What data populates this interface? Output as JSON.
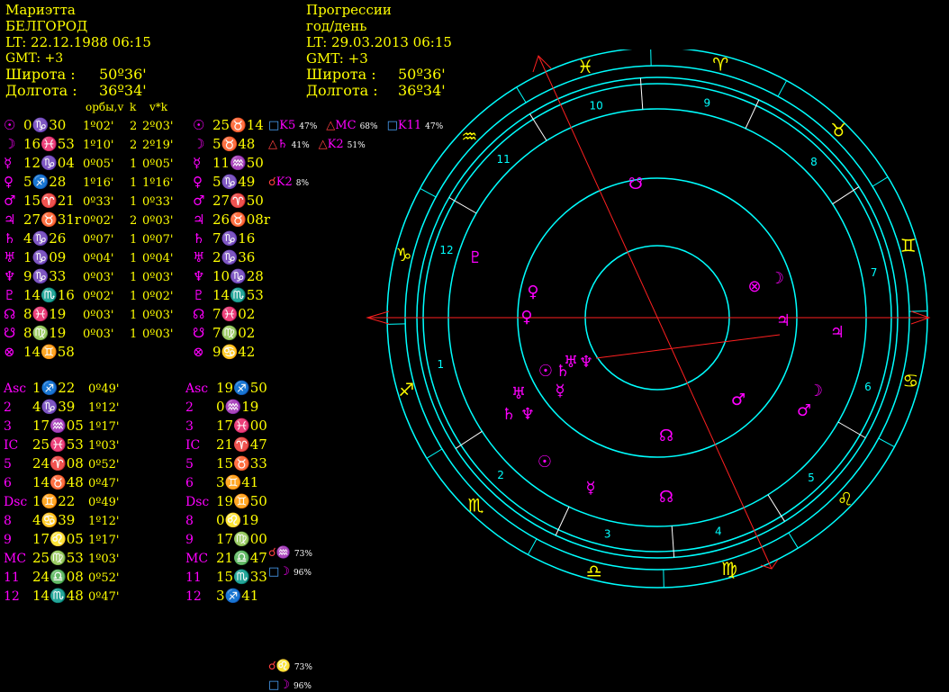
{
  "natal": {
    "name": "Мариэтта",
    "city": "БЕЛГОРОД",
    "lt": "LT: 22.12.1988  06:15",
    "gmt": "GMT: +3",
    "lat_label": "Широта :",
    "lat_value": "50º36'",
    "lon_label": "Долгота :",
    "lon_value": "36º34'",
    "col_orb": "орбы,v",
    "col_k": "k",
    "col_vk": "v*k"
  },
  "prog": {
    "title": "Прогрессии",
    "sub": "год/день",
    "lt": "LT: 29.03.2013  06:15",
    "gmt": "GMT: +3",
    "lat_label": "Широта :",
    "lat_value": "50º36'",
    "lon_label": "Долгота :",
    "lon_value": "36º34'"
  },
  "planets": [
    {
      "g": "☉",
      "pos": "0♑30",
      "orb": "1º02'",
      "k": "2",
      "vk": "2º03'",
      "pg": "☉",
      "ppos": "25♉14"
    },
    {
      "g": "☽",
      "pos": "16♓53",
      "orb": "1º10'",
      "k": "2",
      "vk": "2º19'",
      "pg": "☽",
      "ppos": "5♉48"
    },
    {
      "g": "☿",
      "pos": "12♑04",
      "orb": "0º05'",
      "k": "1",
      "vk": "0º05'",
      "pg": "☿",
      "ppos": "11♒50"
    },
    {
      "g": "♀",
      "pos": "5♐28",
      "orb": "1º16'",
      "k": "1",
      "vk": "1º16'",
      "pg": "♀",
      "ppos": "5♑49"
    },
    {
      "g": "♂",
      "pos": "15♈21",
      "orb": "0º33'",
      "k": "1",
      "vk": "0º33'",
      "pg": "♂",
      "ppos": "27♈50"
    },
    {
      "g": "♃",
      "pos": "27♉31r",
      "orb": "0º02'",
      "k": "2",
      "vk": "0º03'",
      "pg": "♃",
      "ppos": "26♉08r"
    },
    {
      "g": "♄",
      "pos": "4♑26",
      "orb": "0º07'",
      "k": "1",
      "vk": "0º07'",
      "pg": "♄",
      "ppos": "7♑16"
    },
    {
      "g": "♅",
      "pos": "1♑09",
      "orb": "0º04'",
      "k": "1",
      "vk": "0º04'",
      "pg": "♅",
      "ppos": "2♑36"
    },
    {
      "g": "♆",
      "pos": "9♑33",
      "orb": "0º03'",
      "k": "1",
      "vk": "0º03'",
      "pg": "♆",
      "ppos": "10♑28"
    },
    {
      "g": "♇",
      "pos": "14♏16",
      "orb": "0º02'",
      "k": "1",
      "vk": "0º02'",
      "pg": "♇",
      "ppos": "14♏53"
    },
    {
      "g": "☊",
      "pos": "8♓19",
      "orb": "0º03'",
      "k": "1",
      "vk": "0º03'",
      "pg": "☊",
      "ppos": "7♓02"
    },
    {
      "g": "☋",
      "pos": "8♍19",
      "orb": "0º03'",
      "k": "1",
      "vk": "0º03'",
      "pg": "☋",
      "ppos": "7♍02"
    },
    {
      "g": "⊗",
      "pos": "14♊58",
      "orb": "",
      "k": "",
      "vk": "",
      "pg": "⊗",
      "ppos": "9♋42"
    }
  ],
  "houses": [
    {
      "l": "Asc",
      "pos": "1♐22",
      "orb": "0º49'",
      "pl": "Asc",
      "ppos": "19♐50"
    },
    {
      "l": "2",
      "pos": "4♑39",
      "orb": "1º12'",
      "pl": "2",
      "ppos": "0♒19"
    },
    {
      "l": "3",
      "pos": "17♒05",
      "orb": "1º17'",
      "pl": "3",
      "ppos": "17♓00"
    },
    {
      "l": "IC",
      "pos": "25♓53",
      "orb": "1º03'",
      "pl": "IC",
      "ppos": "21♈47"
    },
    {
      "l": "5",
      "pos": "24♈08",
      "orb": "0º52'",
      "pl": "5",
      "ppos": "15♉33"
    },
    {
      "l": "6",
      "pos": "14♉48",
      "orb": "0º47'",
      "pl": "6",
      "ppos": "3♊41"
    },
    {
      "l": "Dsc",
      "pos": "1♊22",
      "orb": "0º49'",
      "pl": "Dsc",
      "ppos": "19♊50"
    },
    {
      "l": "8",
      "pos": "4♋39",
      "orb": "1º12'",
      "pl": "8",
      "ppos": "0♌19"
    },
    {
      "l": "9",
      "pos": "17♌05",
      "orb": "1º17'",
      "pl": "9",
      "ppos": "17♍00"
    },
    {
      "l": "MC",
      "pos": "25♍53",
      "orb": "1º03'",
      "pl": "MC",
      "ppos": "21♎47"
    },
    {
      "l": "11",
      "pos": "24♎08",
      "orb": "0º52'",
      "pl": "11",
      "ppos": "15♏33"
    },
    {
      "l": "12",
      "pos": "14♏48",
      "orb": "0º47'",
      "pl": "12",
      "ppos": "3♐41"
    }
  ],
  "aspects_planets": [
    [
      {
        "s": "□",
        "c": "blue",
        "t": "K5",
        "p": "47%"
      },
      {
        "s": "△",
        "c": "red",
        "t": "MC",
        "p": "68%"
      },
      {
        "s": "□",
        "c": "blue",
        "t": "K11",
        "p": "47%"
      }
    ],
    [
      {
        "s": "△",
        "c": "red",
        "t": "♄",
        "p": "41%"
      },
      {
        "s": "△",
        "c": "red",
        "t": "K2",
        "p": "51%"
      }
    ],
    [],
    [
      {
        "s": "☌",
        "c": "red",
        "t": "K2",
        "p": "8%"
      }
    ]
  ],
  "aspects_houses": {
    "h2": [
      {
        "s": "☌",
        "c": "red",
        "t": "♒",
        "p": "73%"
      }
    ],
    "h3": [
      {
        "s": "□",
        "c": "blue",
        "t": "☽",
        "p": "96%"
      }
    ],
    "h8": [
      {
        "s": "☌",
        "c": "red",
        "t": "♌",
        "p": "73%"
      }
    ],
    "h9": [
      {
        "s": "□",
        "c": "blue",
        "t": "☽",
        "p": "96%"
      }
    ]
  },
  "wheel": {
    "signs": [
      "♐",
      "♏",
      "♎",
      "♍",
      "♌",
      "♋",
      "♊",
      "♉",
      "♈",
      "♓",
      "♒",
      "♑"
    ],
    "house_nums": [
      "1",
      "2",
      "3",
      "4",
      "5",
      "6",
      "7",
      "8",
      "9",
      "10",
      "11",
      "12"
    ],
    "inner_planets": [
      {
        "g": "♇",
        "name": "pluto"
      },
      {
        "g": "♀",
        "name": "venus"
      },
      {
        "g": "⊗",
        "name": "fortune"
      },
      {
        "g": "☽",
        "name": "moon"
      },
      {
        "g": "♃",
        "name": "jupiter"
      },
      {
        "g": "☉",
        "name": "sun"
      },
      {
        "g": "♄",
        "name": "saturn"
      },
      {
        "g": "♅",
        "name": "uranus"
      },
      {
        "g": "♆",
        "name": "neptune"
      },
      {
        "g": "☿",
        "name": "mercury"
      },
      {
        "g": "♂",
        "name": "mars"
      },
      {
        "g": "☊",
        "name": "north-node"
      },
      {
        "g": "☋",
        "name": "south-node"
      }
    ],
    "outer_planets": [
      {
        "g": "♃",
        "name": "jupiter"
      },
      {
        "g": "☽",
        "name": "moon"
      },
      {
        "g": "♂",
        "name": "mars"
      },
      {
        "g": "♂",
        "name": "mars-2"
      },
      {
        "g": "☊",
        "name": "north-node"
      },
      {
        "g": "☿",
        "name": "mercury"
      },
      {
        "g": "♀",
        "name": "venus"
      },
      {
        "g": "♅",
        "name": "uranus"
      },
      {
        "g": "♄",
        "name": "saturn"
      },
      {
        "g": "♆",
        "name": "neptune"
      },
      {
        "g": "☉",
        "name": "sun"
      },
      {
        "g": "⊗",
        "name": "fortune"
      },
      {
        "g": "☋",
        "name": "south-node"
      },
      {
        "g": "♇",
        "name": "pluto"
      },
      {
        "g": "☋",
        "name": "south-node-2"
      },
      {
        "g": "☊",
        "name": "north-node-2"
      },
      {
        "g": "☉",
        "name": "sun-2"
      },
      {
        "g": "♄",
        "name": "saturn-2"
      },
      {
        "g": "♆",
        "name": "neptune-2"
      }
    ]
  }
}
